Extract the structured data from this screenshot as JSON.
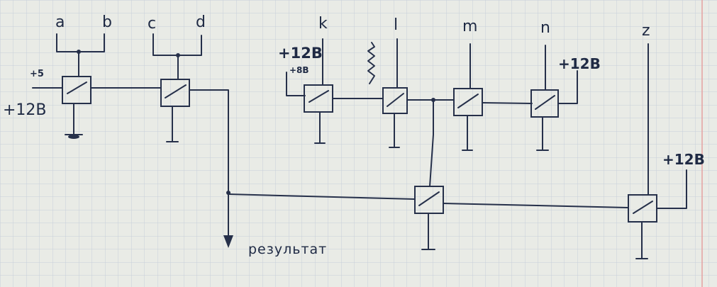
{
  "inputs": {
    "a": "a",
    "b": "b",
    "c": "c",
    "d": "d",
    "k": "k",
    "l": "l",
    "m": "m",
    "n": "n",
    "z": "z"
  },
  "supply_labels": {
    "left_corrected": "+5",
    "left_main": "+12В",
    "k_main": "+12В",
    "k_corrected": "+8В",
    "n_supply": "+12В",
    "z_supply": "+12В"
  },
  "output_label": "результат",
  "colors": {
    "ink": "#26304a",
    "paper": "#e9ebe6",
    "grid": "#c7cfd9",
    "margin": "#e6a1a1"
  }
}
